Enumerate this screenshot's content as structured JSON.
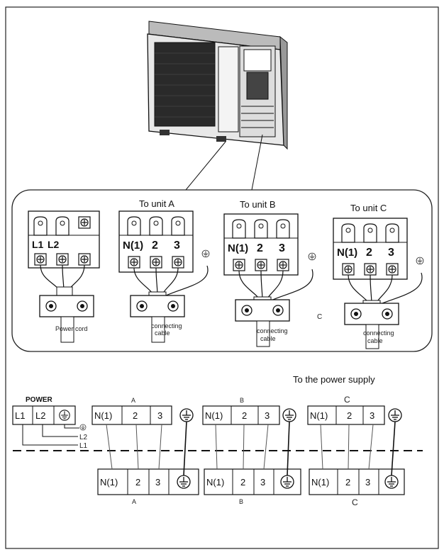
{
  "top_panel": {
    "units": [
      {
        "title": "",
        "terminals": [
          "L1",
          "L2"
        ],
        "cable_label": "Power cord"
      },
      {
        "title": "To unit A",
        "terminals": [
          "N(1)",
          "2",
          "3"
        ],
        "cable_label_line1": "connecting",
        "cable_label_line2": "cable"
      },
      {
        "title": "To unit B",
        "terminals": [
          "N(1)",
          "2",
          "3"
        ],
        "cable_label_line1": "connecting",
        "cable_label_line2": "cable"
      },
      {
        "title": "To unit C",
        "terminals": [
          "N(1)",
          "2",
          "3"
        ],
        "cable_label_line1": "connecting",
        "cable_label_line2": "cable"
      }
    ],
    "stray_label": "C"
  },
  "wiring": {
    "power_supply_caption": "To the power supply",
    "power_label": "POWER",
    "power_terminals": [
      "L1",
      "L2"
    ],
    "power_leads": [
      "L2",
      "L1"
    ],
    "outdoor_groups": [
      {
        "label": "A",
        "terminals": [
          "N(1)",
          "2",
          "3"
        ]
      },
      {
        "label": "B",
        "terminals": [
          "N(1)",
          "2",
          "3"
        ]
      },
      {
        "label": "C",
        "terminals": [
          "N(1)",
          "2",
          "3"
        ]
      }
    ],
    "indoor_groups": [
      {
        "label": "A",
        "terminals": [
          "N(1)",
          "2",
          "3"
        ]
      },
      {
        "label": "B",
        "terminals": [
          "N(1)",
          "2",
          "3"
        ]
      },
      {
        "label": "C",
        "terminals": [
          "N(1)",
          "2",
          "3"
        ]
      }
    ],
    "ground_icon": "ground-icon"
  }
}
